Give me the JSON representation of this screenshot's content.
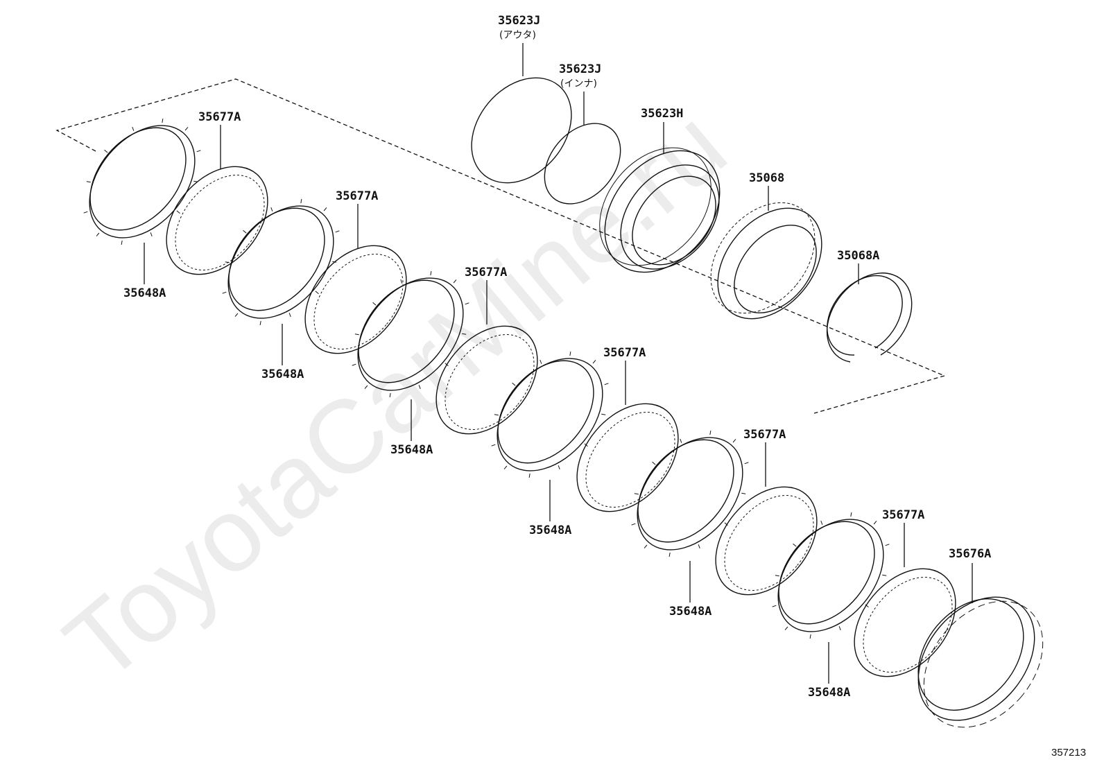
{
  "watermark": "ToyotaCarMine.ru",
  "figure_number": "357213",
  "callouts": [
    {
      "id": "35623J-outer",
      "label": "35623J",
      "sublabel": "(アウタ)"
    },
    {
      "id": "35623J-inner",
      "label": "35623J",
      "sublabel": "(インナ)"
    },
    {
      "id": "35623H",
      "label": "35623H",
      "sublabel": ""
    },
    {
      "id": "35068",
      "label": "35068",
      "sublabel": ""
    },
    {
      "id": "35068A",
      "label": "35068A",
      "sublabel": ""
    },
    {
      "id": "35677A-1",
      "label": "35677A",
      "sublabel": ""
    },
    {
      "id": "35648A-1",
      "label": "35648A",
      "sublabel": ""
    },
    {
      "id": "35677A-2",
      "label": "35677A",
      "sublabel": ""
    },
    {
      "id": "35648A-2",
      "label": "35648A",
      "sublabel": ""
    },
    {
      "id": "35677A-3",
      "label": "35677A",
      "sublabel": ""
    },
    {
      "id": "35648A-3",
      "label": "35648A",
      "sublabel": ""
    },
    {
      "id": "35677A-4",
      "label": "35677A",
      "sublabel": ""
    },
    {
      "id": "35648A-4",
      "label": "35648A",
      "sublabel": ""
    },
    {
      "id": "35677A-5",
      "label": "35677A",
      "sublabel": ""
    },
    {
      "id": "35648A-5",
      "label": "35648A",
      "sublabel": ""
    },
    {
      "id": "35677A-6",
      "label": "35677A",
      "sublabel": ""
    },
    {
      "id": "35648A-6",
      "label": "35648A",
      "sublabel": ""
    },
    {
      "id": "35676A",
      "label": "35676A",
      "sublabel": ""
    }
  ]
}
